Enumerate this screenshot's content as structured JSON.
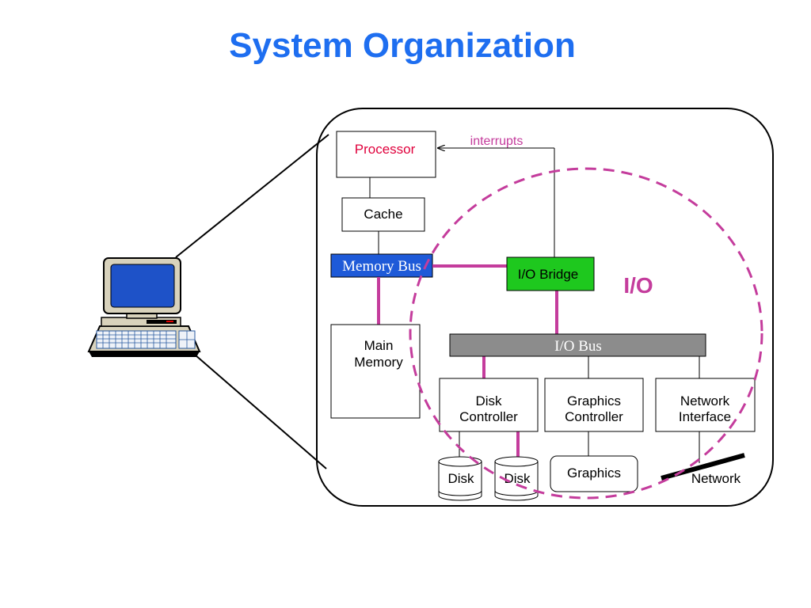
{
  "title": "System Organization",
  "labels": {
    "processor": "Processor",
    "interrupts": "interrupts",
    "cache": "Cache",
    "memory_bus": "Memory Bus",
    "io_bridge": "I/O Bridge",
    "io": "I/O",
    "main_memory_line1": "Main",
    "main_memory_line2": "Memory",
    "io_bus": "I/O Bus",
    "disk_controller_line1": "Disk",
    "disk_controller_line2": "Controller",
    "graphics_controller_line1": "Graphics",
    "graphics_controller_line2": "Controller",
    "network_interface_line1": "Network",
    "network_interface_line2": "Interface",
    "disk1": "Disk",
    "disk2": "Disk",
    "graphics": "Graphics",
    "network": "Network"
  },
  "colors": {
    "title": "#1e6ef0",
    "highlight_bus": "#c43c9c",
    "processor_text": "#e0003c",
    "memory_bus_fill": "#1e5ad8",
    "io_bridge_fill": "#1ec81e",
    "io_bus_fill": "#8c8c8c",
    "io_region": "#c43c9c"
  },
  "icons": {
    "computer": "desktop-computer-icon"
  }
}
